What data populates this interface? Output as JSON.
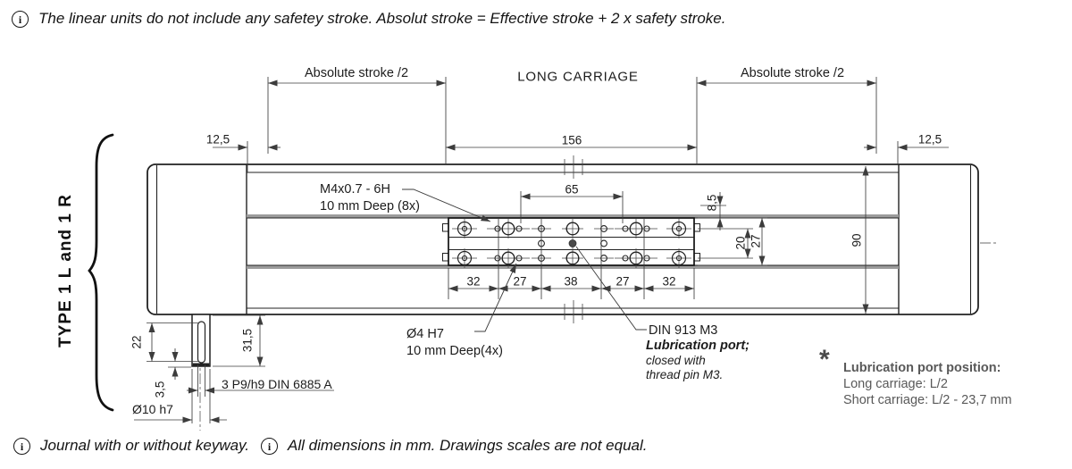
{
  "colors": {
    "line": "#222222",
    "dim_line": "#3c3c3c",
    "rail_gray": "#9c9c9c",
    "note_gray": "#595959",
    "lube_fill": "#4a4a4a",
    "background": "#ffffff"
  },
  "info_glyph": "i",
  "notes": {
    "top": "The linear units do not include any safetey stroke. Absolut stroke = Effective stroke + 2 x safety stroke.",
    "bottom_left": "Journal with or without keyway.",
    "bottom_right": "All dimensions in mm. Drawings scales are not equal."
  },
  "header": {
    "stroke_left": "Absolute stroke /2",
    "stroke_right": "Absolute stroke /2",
    "carriage_title": "LONG CARRIAGE"
  },
  "dims": {
    "carriage_length": "156",
    "offset_left": "12,5",
    "offset_right": "12,5",
    "hole_span": "65",
    "top_clearance": "8,5",
    "row_spacing": "20",
    "carriage_height": "27",
    "body_height": "90",
    "segments": [
      "32",
      "27",
      "38",
      "27",
      "32"
    ],
    "keyway_length": "22",
    "journal_length": "31,5",
    "keyway_end_offset": "3,5",
    "keyway_spec": "3 P9/h9 DIN 6885 A",
    "journal_diameter": "Ø10 h7"
  },
  "callouts": {
    "thread": {
      "line1": "M4x0.7 - 6H",
      "line2": "10 mm Deep (8x)"
    },
    "dowel": {
      "line1": "Ø4 H7",
      "line2": "10 mm Deep(4x)"
    },
    "lube": {
      "line1": "DIN 913 M3",
      "line2": "Lubrication port;",
      "line3": "closed with",
      "line4": "thread pin M3."
    }
  },
  "type_label": "TYPE 1 L and 1 R",
  "footnote": {
    "marker": "*",
    "title": "Lubrication port position:",
    "line1": "Long carriage: L/2",
    "line2": "Short carriage: L/2 - 23,7 mm"
  }
}
